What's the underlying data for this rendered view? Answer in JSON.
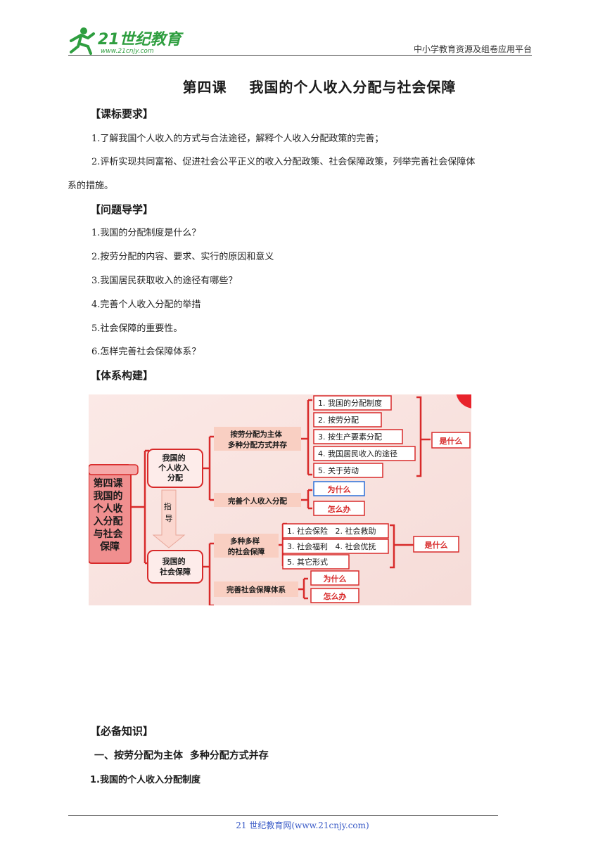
{
  "header": {
    "logo_text": "21世纪教育",
    "logo_url_text": "www.21cnjy.com",
    "platform": "中小学教育资源及组卷应用平台"
  },
  "title": "第四课    我国的个人收入分配与社会保障",
  "standards": {
    "heading": "【课标要求】",
    "items": [
      "1.了解我国个人收入的方式与合法途径，解释个人收入分配政策的完善；",
      "2.评析实现共同富裕、促进社会公平正义的收入分配政策、社会保障政策，列举完善社会保障体",
      "系的措施。"
    ]
  },
  "questions": {
    "heading": "【问题导学】",
    "items": [
      "1.我国的分配制度是什么？",
      "2.按劳分配的内容、要求、实行的原因和意义",
      "3.我国居民获取收入的途径有哪些？",
      "4.完善个人收入分配的举措",
      "5.社会保障的重要性。",
      "6.怎样完善社会保障体系？"
    ]
  },
  "system": {
    "heading": "【体系构建】"
  },
  "diagram": {
    "root": [
      "第四课",
      "我国的",
      "个人收",
      "入分配",
      "与社会",
      "保障"
    ],
    "branch1": [
      "我国的",
      "个人收入",
      "分配"
    ],
    "guide": [
      "指",
      "导"
    ],
    "branch2": [
      "我国的",
      "社会保障"
    ],
    "b1_sub1": [
      "按劳分配为主体",
      "多种分配方式并存"
    ],
    "b1_sub1_items": [
      "1. 我国的分配制度",
      "2. 按劳分配",
      "3. 按生产要素分配",
      "4. 我国居民收入的途径",
      "5. 关于劳动"
    ],
    "b1_sub1_tag": "是什么",
    "b1_sub2": "完善个人收入分配",
    "b1_sub2_items": [
      "为什么",
      "怎么办"
    ],
    "b2_sub1": [
      "多种多样",
      "的社会保障"
    ],
    "b2_sub1_items": [
      "1. 社会保险   2. 社会救助",
      "3. 社会福利   4. 社会优抚",
      "5. 其它形式"
    ],
    "b2_sub1_tag": "是什么",
    "b2_sub2": "完善社会保障体系",
    "b2_sub2_items": [
      "为什么",
      "怎么办"
    ]
  },
  "knowledge": {
    "heading": "【必备知识】",
    "sub1": "一、按劳分配为主体  多种分配方式并存",
    "sub2": "1.我国的个人收入分配制度"
  },
  "footer": "21 世纪教育网(www.21cnjy.com)"
}
